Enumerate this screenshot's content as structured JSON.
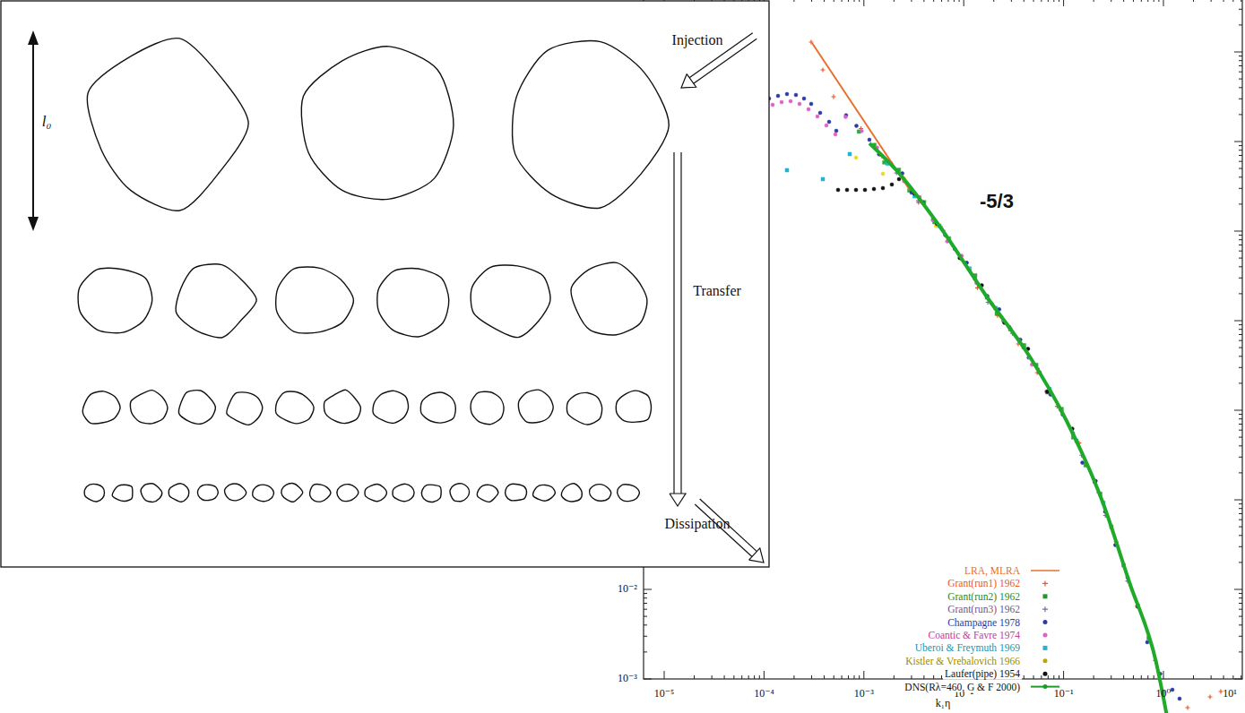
{
  "diagram": {
    "labels": [
      "Injection",
      "l₀",
      "Transfer",
      "Dissipation",
      "-5/3",
      "10⁻²",
      "10⁻³",
      "10⁻⁵",
      "10⁻⁴",
      "10⁻³",
      "10⁻²",
      "10⁻¹",
      "10⁰",
      "10¹",
      "k₁η"
    ],
    "legend": [
      {
        "text": "LRA, MLRA"
      },
      {
        "text": "Grant(run1) 1962"
      },
      {
        "text": "Grant(run2) 1962"
      },
      {
        "text": "Grant(run3) 1962"
      },
      {
        "text": "Champagne 1978"
      },
      {
        "text": "Coantic & Favre 1974"
      },
      {
        "text": "Uberoi & Freymuth 1969"
      },
      {
        "text": "Kistler & Vrebalovich 1966"
      },
      {
        "text": "Laufer(pipe) 1954"
      },
      {
        "text": "DNS(Rλ=460, G & F 2000)"
      }
    ]
  }
}
